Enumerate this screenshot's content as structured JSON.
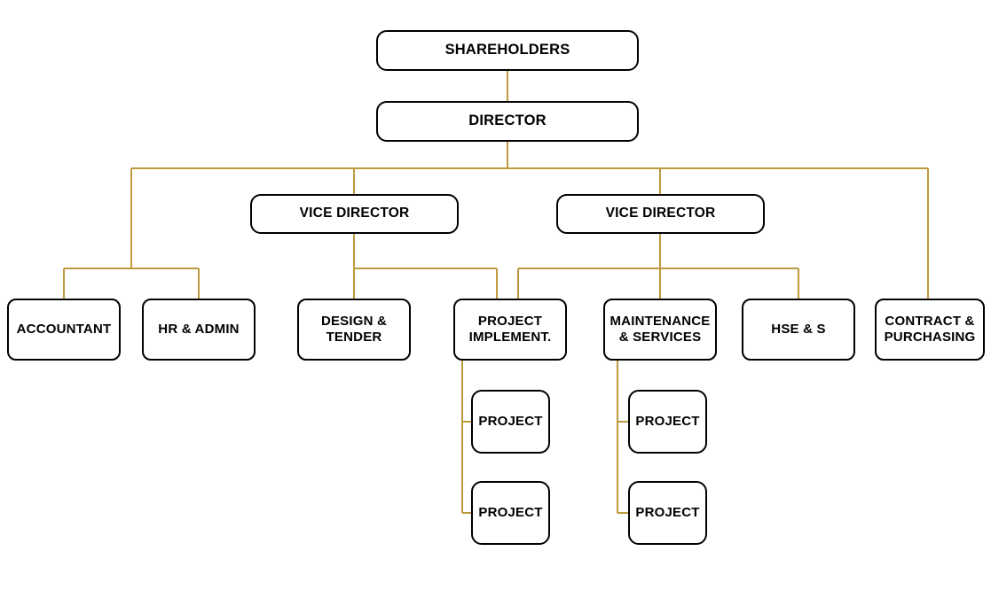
{
  "chart_data": {
    "type": "diagram",
    "diagram_kind": "organizational-chart",
    "title": "",
    "background_color": "#FFFFFF",
    "node_fill_color": "#FFFFFF",
    "node_border_color": "#000000",
    "node_text_color": "#000000",
    "connector_color": "#BE9A3E",
    "connector_width": 2,
    "levels": [
      "shareholders",
      "director",
      "vice-directors",
      "departments",
      "projects"
    ],
    "nodes": [
      {
        "id": "shareholders",
        "label": "SHAREHOLDERS",
        "level": 0
      },
      {
        "id": "director",
        "label": "DIRECTOR",
        "level": 1
      },
      {
        "id": "vice_left",
        "label": "VICE DIRECTOR",
        "level": 2
      },
      {
        "id": "vice_right",
        "label": "VICE DIRECTOR",
        "level": 2
      },
      {
        "id": "accountant",
        "label": "ACCOUNTANT",
        "level": 3
      },
      {
        "id": "hr_admin",
        "label": "HR & ADMIN",
        "level": 3
      },
      {
        "id": "design_tender",
        "label": "DESIGN &\nTENDER",
        "level": 3
      },
      {
        "id": "project_impl",
        "label": "PROJECT\nIMPLEMENT.",
        "level": 3
      },
      {
        "id": "maintenance",
        "label": "MAINTENANCE\n& SERVICES",
        "level": 3
      },
      {
        "id": "hse_s",
        "label": "HSE & S",
        "level": 3
      },
      {
        "id": "contract",
        "label": "CONTRACT &\nPURCHASING",
        "level": 3
      },
      {
        "id": "proj_l1",
        "label": "PROJECT",
        "level": 4
      },
      {
        "id": "proj_l2",
        "label": "PROJECT",
        "level": 4
      },
      {
        "id": "proj_r1",
        "label": "PROJECT",
        "level": 4
      },
      {
        "id": "proj_r2",
        "label": "PROJECT",
        "level": 4
      }
    ],
    "edges": [
      {
        "from": "shareholders",
        "to": "director"
      },
      {
        "from": "director",
        "to": "accountant"
      },
      {
        "from": "director",
        "to": "hr_admin"
      },
      {
        "from": "director",
        "to": "vice_left"
      },
      {
        "from": "director",
        "to": "vice_right"
      },
      {
        "from": "director",
        "to": "contract"
      },
      {
        "from": "vice_left",
        "to": "design_tender"
      },
      {
        "from": "vice_left",
        "to": "project_impl"
      },
      {
        "from": "vice_right",
        "to": "maintenance"
      },
      {
        "from": "vice_right",
        "to": "hse_s"
      },
      {
        "from": "project_impl",
        "to": "proj_l1"
      },
      {
        "from": "project_impl",
        "to": "proj_l2"
      },
      {
        "from": "maintenance",
        "to": "proj_r1"
      },
      {
        "from": "maintenance",
        "to": "proj_r2"
      }
    ]
  },
  "nodes": {
    "shareholders": {
      "label": "SHAREHOLDERS"
    },
    "director": {
      "label": "DIRECTOR"
    },
    "vice_left": {
      "label": "VICE DIRECTOR"
    },
    "vice_right": {
      "label": "VICE DIRECTOR"
    },
    "accountant": {
      "label": "ACCOUNTANT"
    },
    "hr_admin": {
      "label": "HR & ADMIN"
    },
    "design_tender": {
      "label": "DESIGN &\nTENDER"
    },
    "project_impl": {
      "label": "PROJECT\nIMPLEMENT."
    },
    "maintenance": {
      "label": "MAINTENANCE\n& SERVICES"
    },
    "hse_s": {
      "label": "HSE & S"
    },
    "contract": {
      "label": "CONTRACT &\nPURCHASING"
    },
    "proj_l1": {
      "label": "PROJECT"
    },
    "proj_l2": {
      "label": "PROJECT"
    },
    "proj_r1": {
      "label": "PROJECT"
    },
    "proj_r2": {
      "label": "PROJECT"
    }
  }
}
